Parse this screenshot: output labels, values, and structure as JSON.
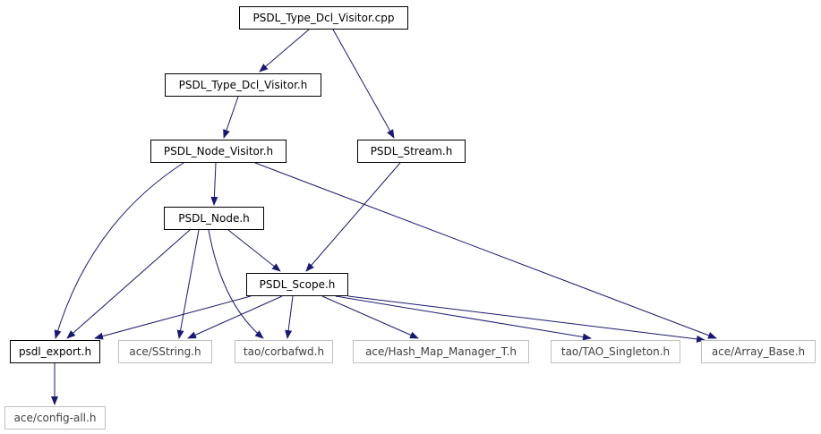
{
  "diagram": {
    "edge_color": "#191970",
    "nodes": {
      "root": {
        "label": "PSDL_Type_Dcl_Visitor.cpp",
        "style": "root"
      },
      "type_dcl_h": {
        "label": "PSDL_Type_Dcl_Visitor.h",
        "style": "normal"
      },
      "node_visitor": {
        "label": "PSDL_Node_Visitor.h",
        "style": "normal"
      },
      "stream": {
        "label": "PSDL_Stream.h",
        "style": "normal"
      },
      "node": {
        "label": "PSDL_Node.h",
        "style": "normal"
      },
      "scope": {
        "label": "PSDL_Scope.h",
        "style": "normal"
      },
      "export": {
        "label": "psdl_export.h",
        "style": "normal"
      },
      "sstring": {
        "label": "ace/SString.h",
        "style": "external"
      },
      "corbafwd": {
        "label": "tao/corbafwd.h",
        "style": "external"
      },
      "hashmap": {
        "label": "ace/Hash_Map_Manager_T.h",
        "style": "external"
      },
      "singleton": {
        "label": "tao/TAO_Singleton.h",
        "style": "external"
      },
      "arraybase": {
        "label": "ace/Array_Base.h",
        "style": "external"
      },
      "configall": {
        "label": "ace/config-all.h",
        "style": "external"
      }
    },
    "edges": [
      [
        "root",
        "type_dcl_h"
      ],
      [
        "root",
        "stream"
      ],
      [
        "type_dcl_h",
        "node_visitor"
      ],
      [
        "node_visitor",
        "node"
      ],
      [
        "node_visitor",
        "export"
      ],
      [
        "node_visitor",
        "arraybase"
      ],
      [
        "stream",
        "scope"
      ],
      [
        "node",
        "scope"
      ],
      [
        "node",
        "export"
      ],
      [
        "node",
        "sstring"
      ],
      [
        "node",
        "corbafwd"
      ],
      [
        "scope",
        "export"
      ],
      [
        "scope",
        "sstring"
      ],
      [
        "scope",
        "corbafwd"
      ],
      [
        "scope",
        "hashmap"
      ],
      [
        "scope",
        "singleton"
      ],
      [
        "scope",
        "arraybase"
      ],
      [
        "export",
        "configall"
      ]
    ]
  }
}
